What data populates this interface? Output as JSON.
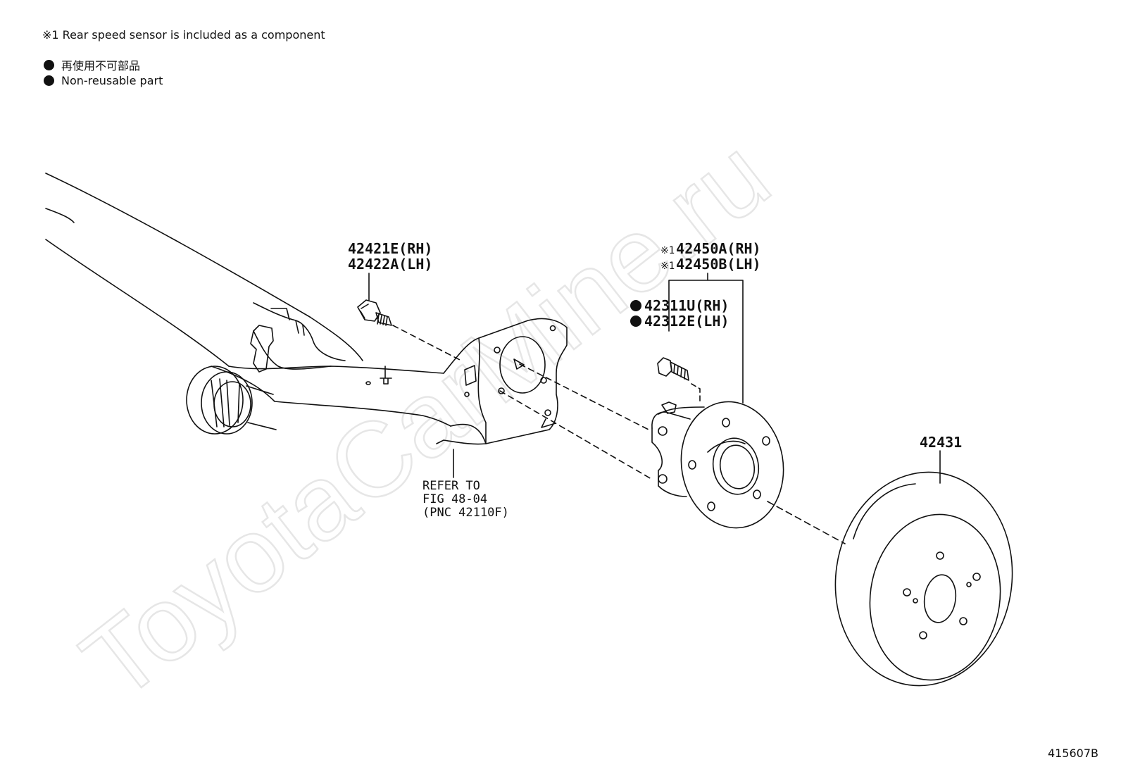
{
  "notes": {
    "component_note": "※1 Rear speed sensor is included as a component",
    "legend_jp": "再使用不可部品",
    "legend_en": "Non-reusable part"
  },
  "parts": {
    "bolt_rh": "42421E(RH)",
    "bolt_lh": "42422A(LH)",
    "hub_prefix": "※1",
    "hub_rh": "42450A(RH)",
    "hub_lh": "42450B(LH)",
    "stud_rh": "42311U(RH)",
    "stud_lh": "42312E(LH)",
    "disc": "42431",
    "refer_1": "REFER TO",
    "refer_2": "FIG 48-04",
    "refer_3": "(PNC 42110F)"
  },
  "figure_number": "415607B",
  "watermark": "ToyotaCarMine.ru"
}
